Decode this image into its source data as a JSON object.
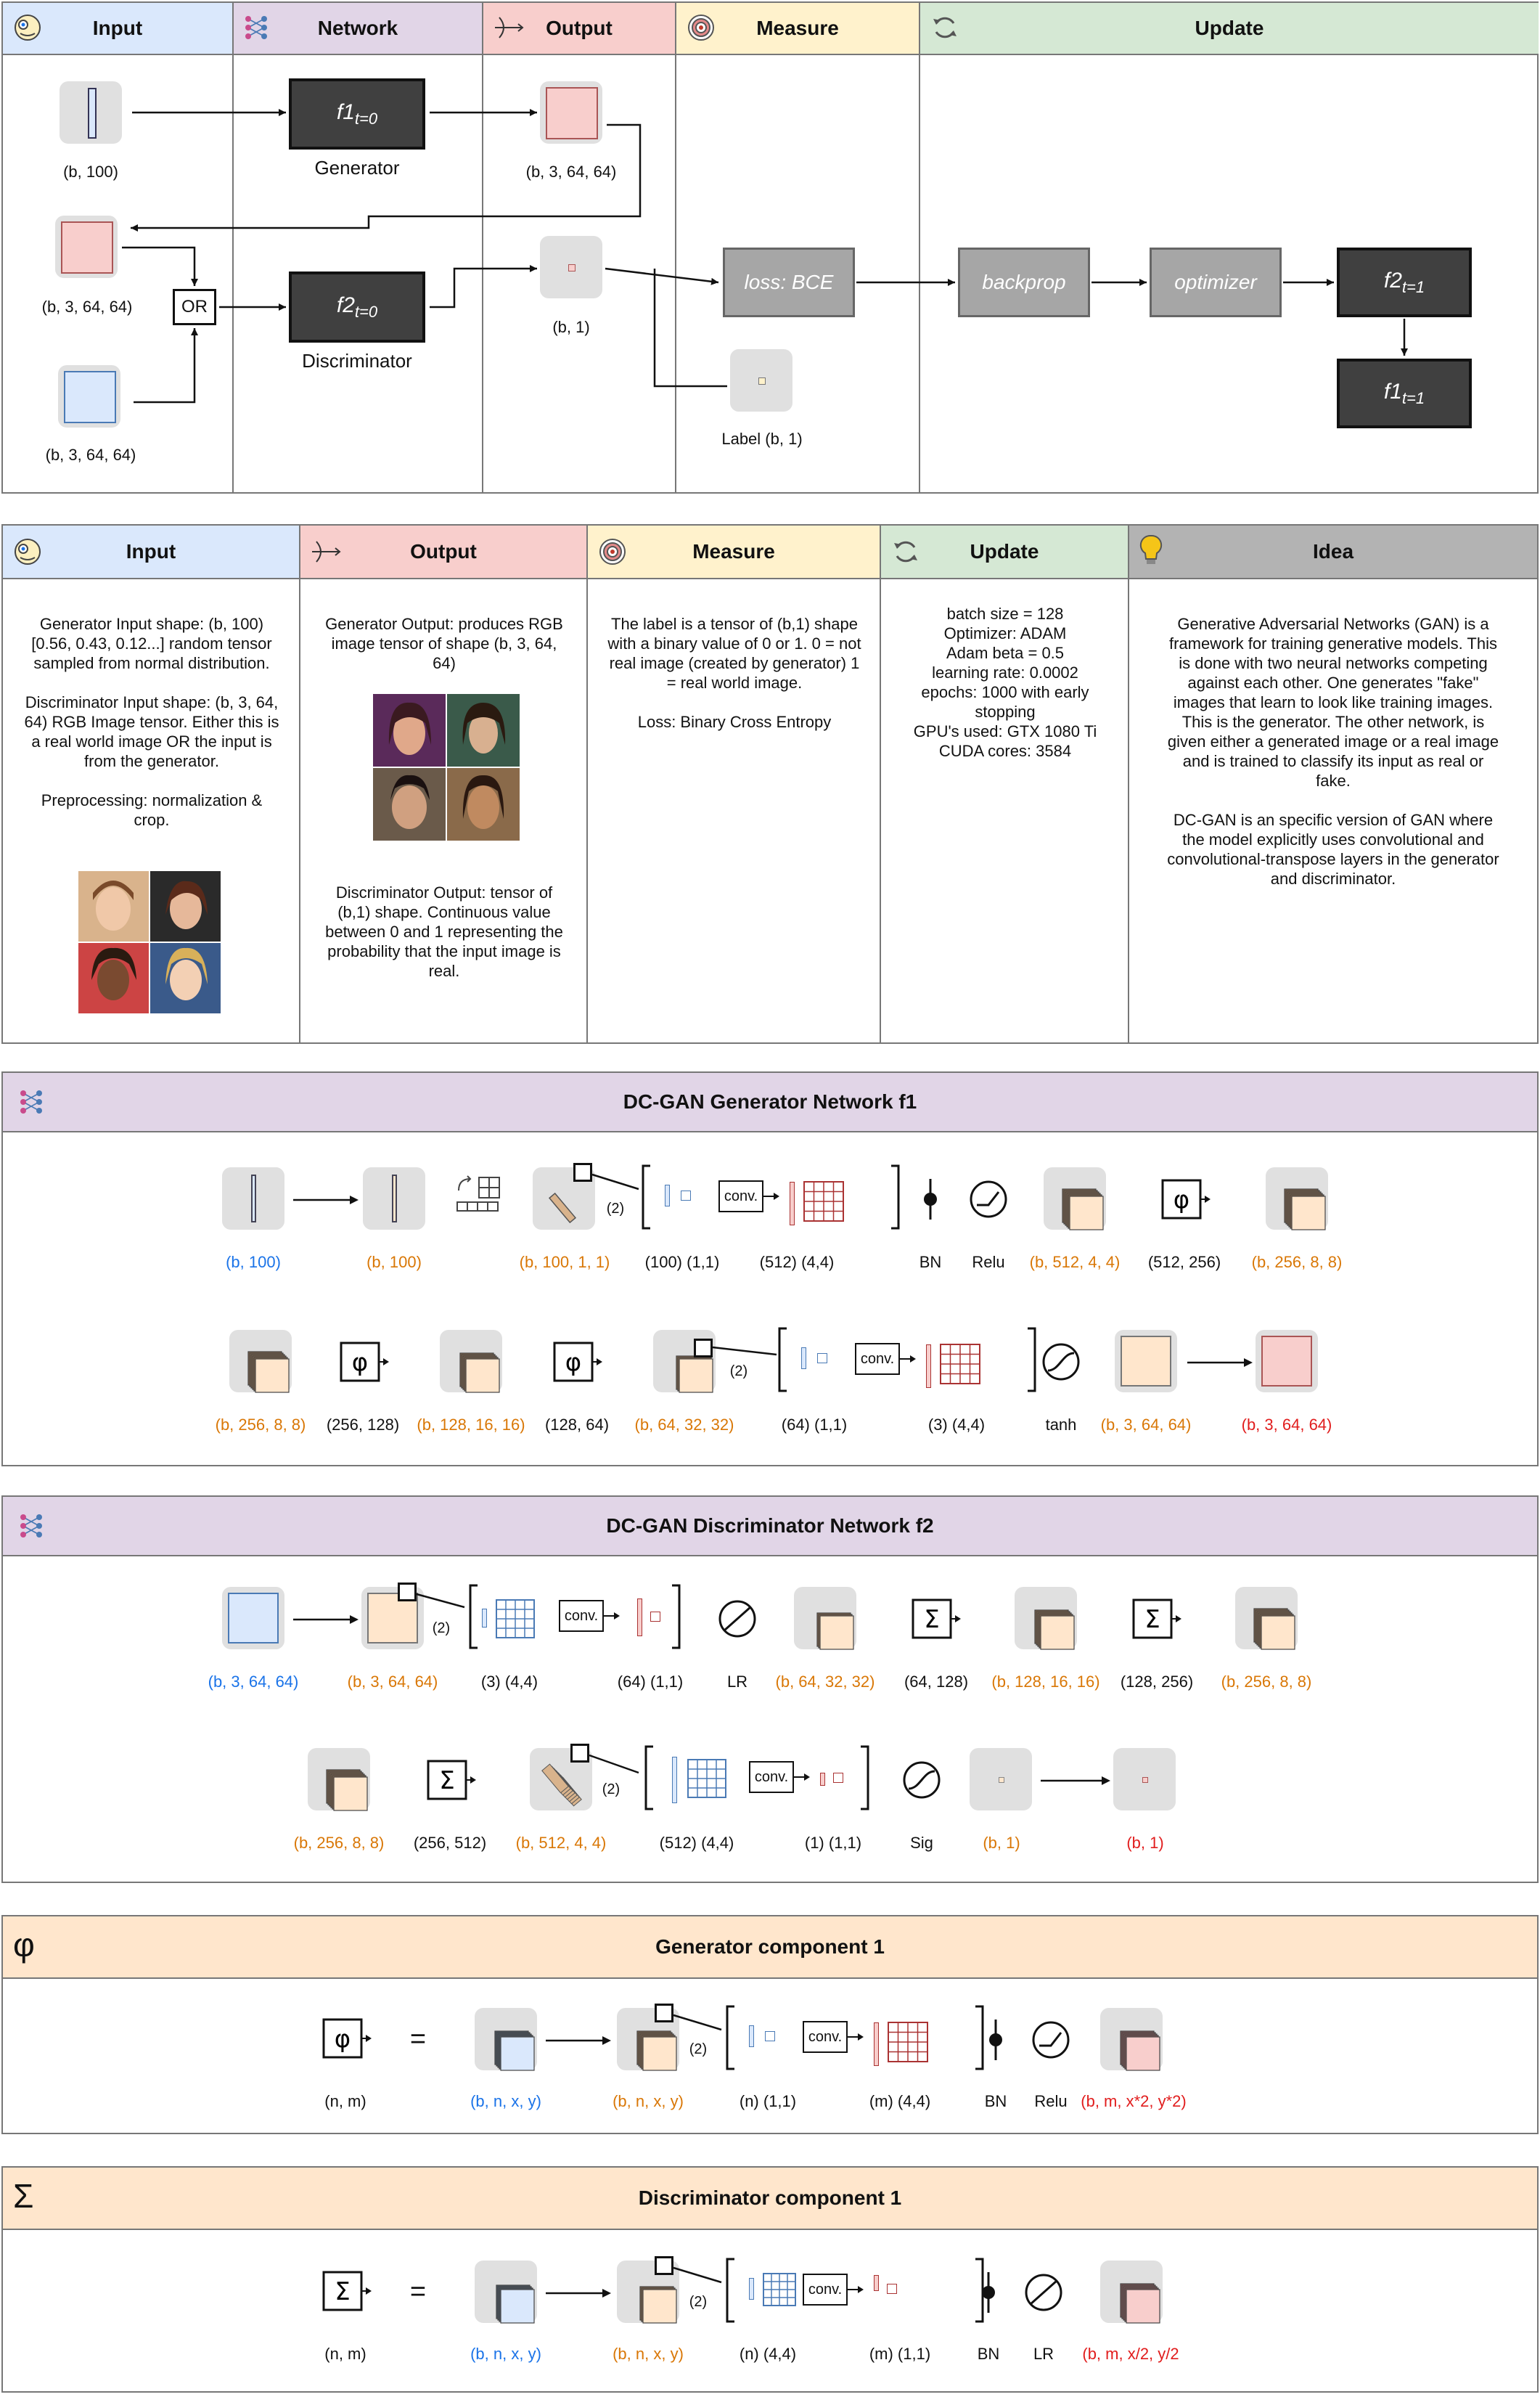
{
  "top": {
    "headers": {
      "input": "Input",
      "network": "Network",
      "output": "Output",
      "measure": "Measure",
      "update": "Update"
    },
    "generator_fn": "f1",
    "generator_sub": "t=0",
    "generator_label": "Generator",
    "discriminator_fn": "f2",
    "discriminator_sub": "t=0",
    "discriminator_label": "Discriminator",
    "or_label": "OR",
    "noise_shape": "(b, 100)",
    "gen_out_shape": "(b, 3, 64, 64)",
    "fake_in_shape": "(b, 3, 64, 64)",
    "real_in_shape": "(b, 3, 64, 64)",
    "disc_out_shape": "(b, 1)",
    "label_shape": "Label (b, 1)",
    "loss_label": "loss: BCE",
    "backprop_label": "backprop",
    "optimizer_label": "optimizer",
    "f2_next": "f2",
    "f2_next_sub": "t=1",
    "f1_next": "f1",
    "f1_next_sub": "t=1"
  },
  "info": {
    "headers": {
      "input": "Input",
      "output": "Output",
      "measure": "Measure",
      "update": "Update",
      "idea": "Idea"
    },
    "input_text": [
      "Generator Input shape: (b, 100) [0.56, 0.43, 0.12...] random tensor sampled from normal distribution.",
      "Discriminator Input shape: (b, 3, 64, 64) RGB Image tensor. Either this is a real world image OR the input is from the generator.",
      "Preprocessing: normalization & crop."
    ],
    "output_text_1": "Generator Output: produces RGB image tensor of shape (b, 3, 64, 64)",
    "output_text_2": "Discriminator Output: tensor of (b,1) shape. Continuous value between 0 and 1 representing the probability that the input image is real.",
    "measure_text": [
      "The label is a tensor of (b,1) shape with a binary value of 0 or 1. 0 = not real image (created by generator) 1 = real world image.",
      "Loss: Binary Cross Entropy"
    ],
    "update_text": "batch size = 128\nOptimizer: ADAM\nAdam beta = 0.5\nlearning rate: 0.0002\nepochs: 1000 with early stopping\nGPU's used: GTX 1080 Ti\nCUDA cores: 3584",
    "idea_text": [
      "Generative Adversarial Networks (GAN) is a framework for training generative models. This is done with two neural networks competing against each other. One generates \"fake\" images that learn to look like training images. This is the generator. The other network, is given either a generated image or a real image and is trained to classify its input as real or fake.",
      "DC-GAN is an specific version of GAN where the model explicitly uses convolutional and convolutional-transpose layers in the generator and discriminator."
    ]
  },
  "generator_net": {
    "title": "DC-GAN Generator Network f1",
    "row1": [
      "(b, 100)",
      "(b, 100)",
      "(b, 100, 1, 1)",
      "(100) (1,1)",
      "(512) (4,4)",
      "BN",
      "Relu",
      "(b, 512, 4, 4)",
      "(512, 256)",
      "(b, 256, 8, 8)"
    ],
    "row2": [
      "(b, 256, 8, 8)",
      "(256, 128)",
      "(b, 128, 16, 16)",
      "(128, 64)",
      "(b, 64, 32, 32)",
      "(64) (1,1)",
      "(3) (4,4)",
      "tanh",
      "(b, 3, 64, 64)",
      "(b, 3, 64, 64)"
    ],
    "conv": "conv.",
    "two": "(2)",
    "phi": "φ"
  },
  "discriminator_net": {
    "title": "DC-GAN Discriminator Network f2",
    "row1": [
      "(b, 3, 64, 64)",
      "(b, 3, 64, 64)",
      "(3) (4,4)",
      "(64) (1,1)",
      "LR",
      "(b, 64, 32, 32)",
      "(64, 128)",
      "(b, 128, 16, 16)",
      "(128, 256)",
      "(b, 256, 8, 8)"
    ],
    "row2": [
      "(b, 256, 8, 8)",
      "(256, 512)",
      "(b, 512, 4, 4)",
      "(512) (4,4)",
      "(1) (1,1)",
      "Sig",
      "(b, 1)",
      "(b, 1)"
    ],
    "conv": "conv.",
    "two": "(2)",
    "sigma": "Σ"
  },
  "gen_component": {
    "icon": "φ",
    "title": "Generator component 1",
    "labels": [
      "(n, m)",
      "(b, n, x, y)",
      "(b, n, x, y)",
      "(n) (1,1)",
      "(m) (4,4)",
      "BN",
      "Relu",
      "(b, m, x*2, y*2)"
    ],
    "equals": "=",
    "conv": "conv.",
    "two": "(2)"
  },
  "disc_component": {
    "icon": "Σ",
    "title": "Discriminator component 1",
    "labels": [
      "(n, m)",
      "(b, n, x, y)",
      "(b, n, x, y)",
      "(n) (4,4)",
      "(m) (1,1)",
      "BN",
      "LR",
      "(b, m, x/2, y/2"
    ],
    "equals": "=",
    "conv": "conv.",
    "two": "(2)"
  },
  "colors": {
    "input_hdr": "#dae8fc",
    "network_hdr": "#e1d5e7",
    "output_hdr": "#f8cecc",
    "measure_hdr": "#fff2cc",
    "update_hdr": "#d5e8d4",
    "idea_hdr": "#b3b3b3",
    "component_hdr": "#ffe6cc",
    "label_blue": "#1a73e8",
    "label_orange": "#d97706",
    "label_red": "#e11d1d"
  },
  "icons": [
    "input-face-icon",
    "network-icon",
    "output-fork-icon",
    "target-icon",
    "refresh-icon",
    "lightbulb-icon",
    "phi-icon",
    "sigma-icon"
  ]
}
